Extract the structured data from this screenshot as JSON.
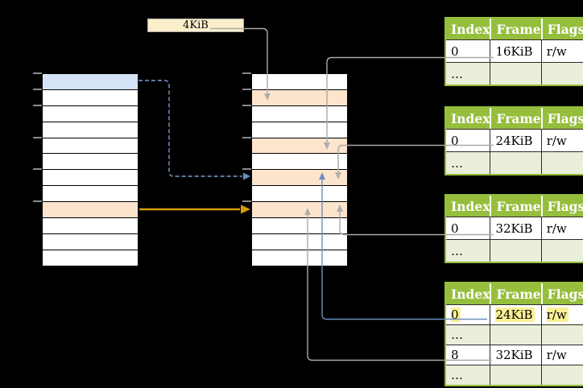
{
  "diagram": {
    "page_size_label": "4KiB"
  },
  "colors": {
    "background": "#000000",
    "cream": "#FBEFCB",
    "cream_border": "#ADADAD",
    "cell_blue": "#D5E3F6",
    "cell_orange": "#FCE5CC",
    "cell_white": "#FFFFFF",
    "cell_border": "#000000",
    "tick_gray": "#8A8A8A",
    "connector_gray": "#A9A9A9",
    "connector_blue": "#6C8EBF",
    "connector_blue_dashed": "#7E9ED2",
    "connector_orange": "#D79B00",
    "table_green": "#96BE3D",
    "table_light_green": "#E9EFD9",
    "table_header_text": "#FFFFFF",
    "table_cell_border": "#2B2B2B",
    "highlight_yellow": "#FAF096"
  },
  "memory_columns": {
    "left": {
      "rows": [
        "blue",
        "white",
        "white",
        "white",
        "white",
        "white",
        "white",
        "white",
        "orange",
        "white",
        "white",
        "white"
      ],
      "tick_boundaries": [
        0,
        1,
        2,
        4,
        6,
        8
      ]
    },
    "middle": {
      "rows": [
        "white",
        "orange",
        "white",
        "white",
        "orange",
        "white",
        "orange",
        "white",
        "orange",
        "white",
        "white",
        "white"
      ],
      "tick_boundaries": [
        0,
        1,
        2,
        4,
        6,
        8
      ]
    }
  },
  "tables": [
    {
      "headers": [
        "Index",
        "Frame",
        "Flags"
      ],
      "rows": [
        {
          "cells": [
            "0",
            "16KiB",
            "r/w"
          ],
          "dots": false,
          "highlight": false
        },
        {
          "cells": [
            "…",
            "",
            ""
          ],
          "dots": true,
          "highlight": false
        }
      ]
    },
    {
      "headers": [
        "Index",
        "Frame",
        "Flags"
      ],
      "rows": [
        {
          "cells": [
            "0",
            "24KiB",
            "r/w"
          ],
          "dots": false,
          "highlight": false
        },
        {
          "cells": [
            "…",
            "",
            ""
          ],
          "dots": true,
          "highlight": false
        }
      ]
    },
    {
      "headers": [
        "Index",
        "Frame",
        "Flags"
      ],
      "rows": [
        {
          "cells": [
            "0",
            "32KiB",
            "r/w"
          ],
          "dots": false,
          "highlight": false
        },
        {
          "cells": [
            "…",
            "",
            ""
          ],
          "dots": true,
          "highlight": false
        }
      ]
    },
    {
      "headers": [
        "Index",
        "Frame",
        "Flags"
      ],
      "rows": [
        {
          "cells": [
            "0",
            "24KiB",
            "r/w"
          ],
          "dots": false,
          "highlight": true
        },
        {
          "cells": [
            "…",
            "",
            ""
          ],
          "dots": true,
          "highlight": false
        },
        {
          "cells": [
            "8",
            "32KiB",
            "r/w"
          ],
          "dots": false,
          "highlight": false
        },
        {
          "cells": [
            "…",
            "",
            ""
          ],
          "dots": true,
          "highlight": false
        }
      ]
    }
  ],
  "arrows": [
    {
      "from": "page-size-box",
      "to": "middle-column-row-2",
      "style": "gray"
    },
    {
      "from": "table-1-frame-16kib",
      "to": "middle-column-row-5",
      "style": "gray"
    },
    {
      "from": "table-2-frame-24kib",
      "to": "middle-column-row-7",
      "style": "gray"
    },
    {
      "from": "table-3-frame-32kib",
      "to": "middle-column-row-9",
      "style": "gray"
    },
    {
      "from": "table-4-frame-24kib",
      "to": "middle-column-row-7",
      "style": "blue"
    },
    {
      "from": "table-4-frame-32kib",
      "to": "middle-column-row-9",
      "style": "gray"
    },
    {
      "from": "left-column-row-1",
      "to": "middle-column-row-7",
      "style": "blue-dashed"
    },
    {
      "from": "left-column-row-9",
      "to": "middle-column-row-9",
      "style": "orange"
    }
  ]
}
